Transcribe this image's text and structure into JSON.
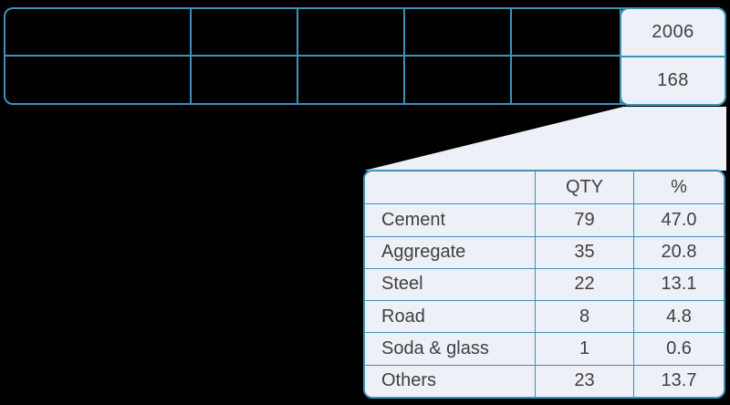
{
  "colors": {
    "background": "#000000",
    "table_border": "#3E92B8",
    "panel_fill": "#EDF1F7",
    "text": "#3F3F3F"
  },
  "summary_table": {
    "columns": 6,
    "rows": 2,
    "highlighted_column": {
      "year": "2006",
      "total": "168"
    }
  },
  "breakdown_table": {
    "headers": [
      "",
      "QTY",
      "%"
    ],
    "rows": [
      {
        "name": "Cement",
        "qty": "79",
        "pct": "47.0"
      },
      {
        "name": "Aggregate",
        "qty": "35",
        "pct": "20.8"
      },
      {
        "name": "Steel",
        "qty": "22",
        "pct": "13.1"
      },
      {
        "name": "Road",
        "qty": "8",
        "pct": "4.8"
      },
      {
        "name": "Soda & glass",
        "qty": "1",
        "pct": "0.6"
      },
      {
        "name": "Others",
        "qty": "23",
        "pct": "13.7"
      }
    ]
  }
}
